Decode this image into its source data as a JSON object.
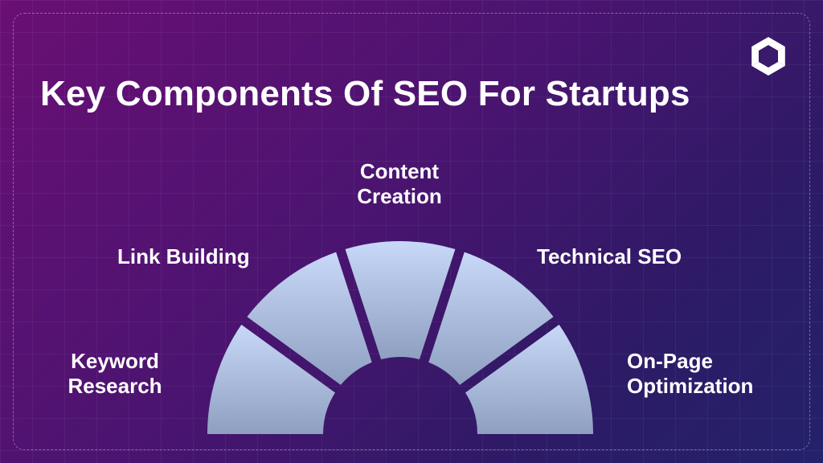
{
  "title": "Key Components Of SEO For Startups",
  "logo": {
    "icon": "aperture-logo-icon"
  },
  "colors": {
    "segment_top": "#c8d8f8",
    "segment_bottom": "#8f9fc0",
    "background_start": "#6a0f74",
    "background_end": "#23226a"
  },
  "components": [
    {
      "line1": "Keyword",
      "line2": "Research"
    },
    {
      "line1": "Link Building"
    },
    {
      "line1": "Content",
      "line2": "Creation"
    },
    {
      "line1": "Technical SEO"
    },
    {
      "line1": "On-Page",
      "line2": "Optimization"
    }
  ]
}
